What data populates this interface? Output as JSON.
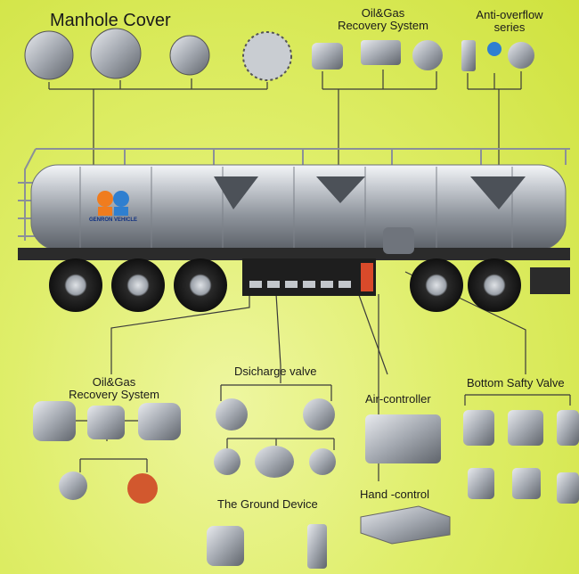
{
  "labels": {
    "manhole_cover": "Manhole Cover",
    "oil_gas_top_line1": "Oil&Gas",
    "oil_gas_top_line2": "Recovery System",
    "anti_overflow_line1": "Anti-overflow",
    "anti_overflow_line2": "series",
    "oil_gas_bottom_line1": "Oil&Gas",
    "oil_gas_bottom_line2": "Recovery System",
    "discharge_valve": "Dsicharge valve",
    "air_controller": "Air-controller",
    "bottom_safety_valve": "Bottom Safty Valve",
    "ground_device": "The Ground Device",
    "hand_control": "Hand -control"
  },
  "logo": {
    "text": "GENRON VEHICLE"
  },
  "colors": {
    "background": "#dfee6a",
    "tank": "#b9bec7",
    "metal": "#9aa0a8",
    "leader_line": "#3a3a3a",
    "text": "#1a1a1a"
  }
}
